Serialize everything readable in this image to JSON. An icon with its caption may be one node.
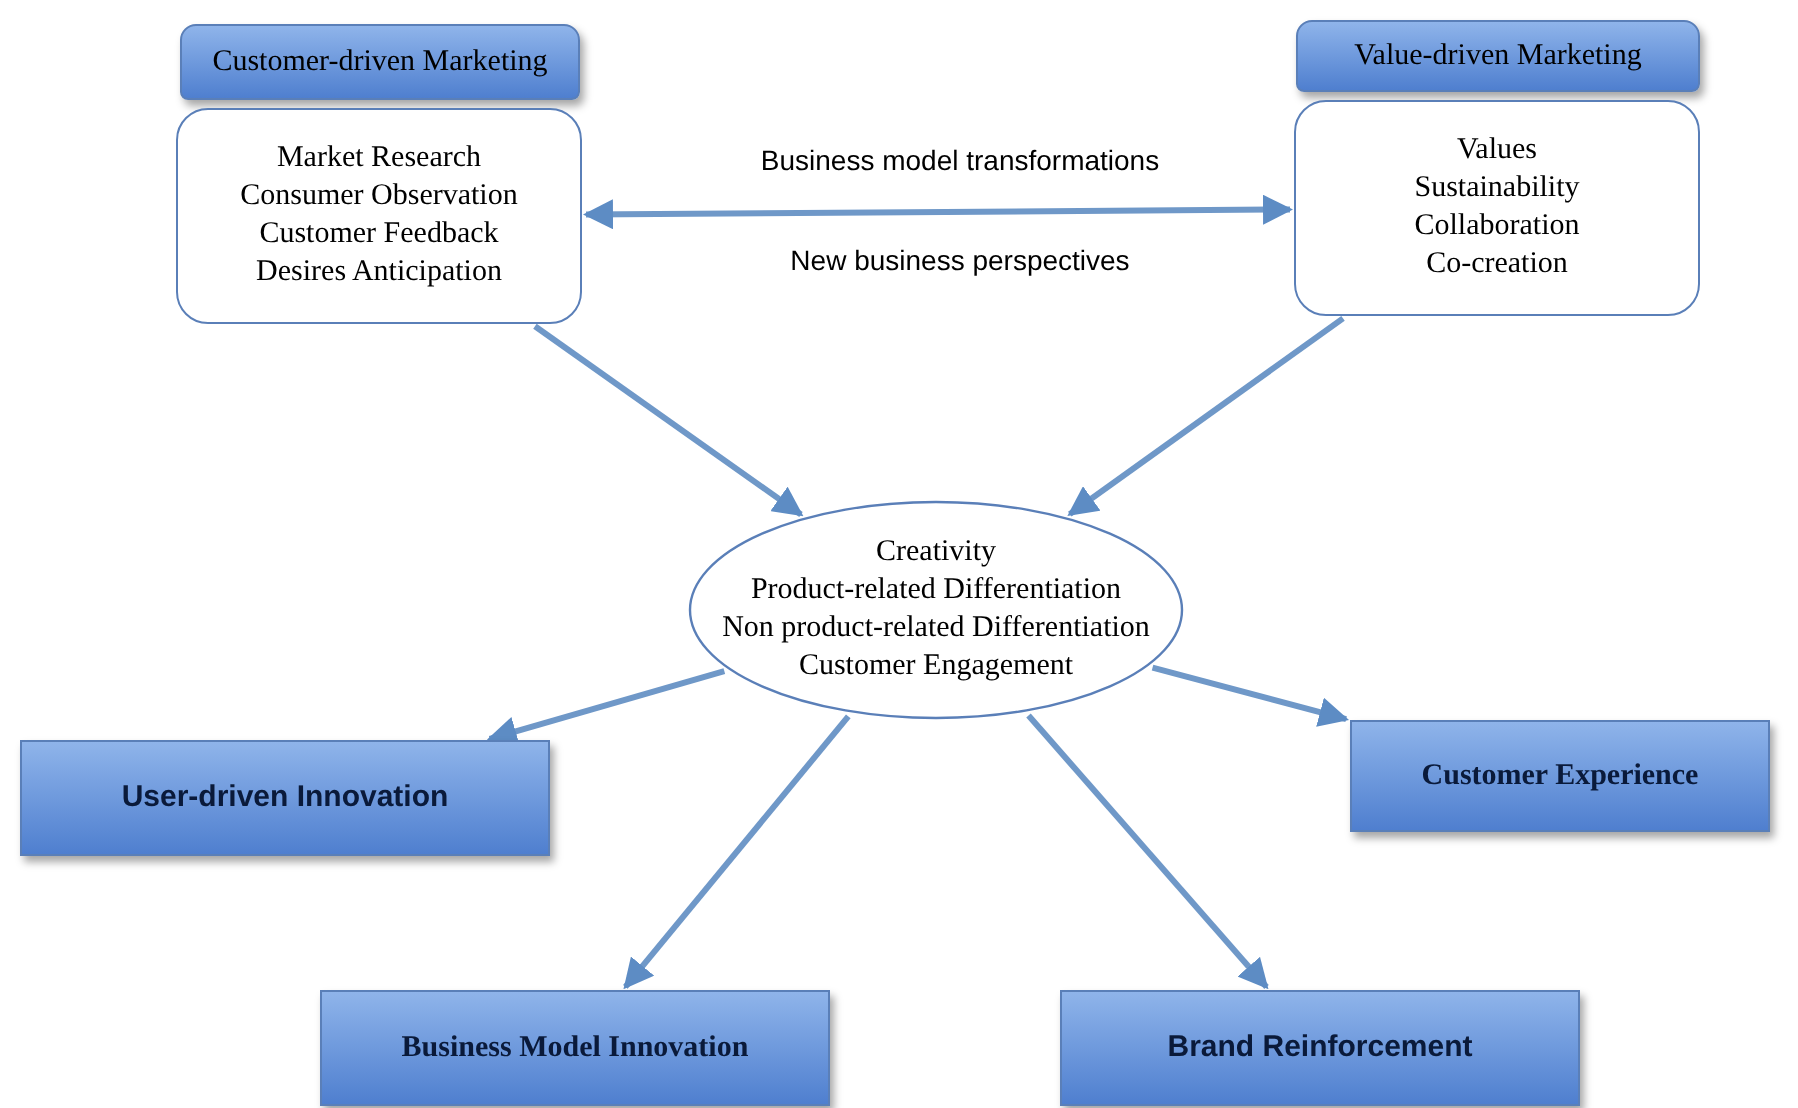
{
  "diagram": {
    "nodes": [
      {
        "text": [
          "Customer-driven Marketing"
        ]
      },
      {
        "text": [
          "Market Research",
          "Consumer Observation",
          "Customer Feedback",
          "Desires Anticipation"
        ]
      },
      {
        "text": [
          "Value-driven Marketing"
        ]
      },
      {
        "text": [
          "Values",
          "Sustainability",
          "Collaboration",
          "Co-creation"
        ]
      },
      {
        "text": [
          "Creativity",
          "Product-related Differentiation",
          "Non product-related Differentiation",
          "Customer Engagement"
        ]
      },
      {
        "text": [
          "User-driven Innovation"
        ]
      },
      {
        "text": [
          "Customer Experience"
        ]
      },
      {
        "text": [
          "Business Model Innovation"
        ]
      },
      {
        "text": [
          "Brand Reinforcement"
        ]
      }
    ],
    "edges": [
      {
        "from": 1,
        "to": 3,
        "arrow": "both"
      },
      {
        "from": 1,
        "to": 4,
        "arrow": "to"
      },
      {
        "from": 3,
        "to": 4,
        "arrow": "to"
      },
      {
        "from": 4,
        "to": 5,
        "arrow": "to"
      },
      {
        "from": 4,
        "to": 6,
        "arrow": "to"
      },
      {
        "from": 4,
        "to": 7,
        "arrow": "to"
      },
      {
        "from": 4,
        "to": 8,
        "arrow": "to"
      }
    ],
    "labels": [
      "Business model transformations",
      "New business perspectives"
    ]
  }
}
